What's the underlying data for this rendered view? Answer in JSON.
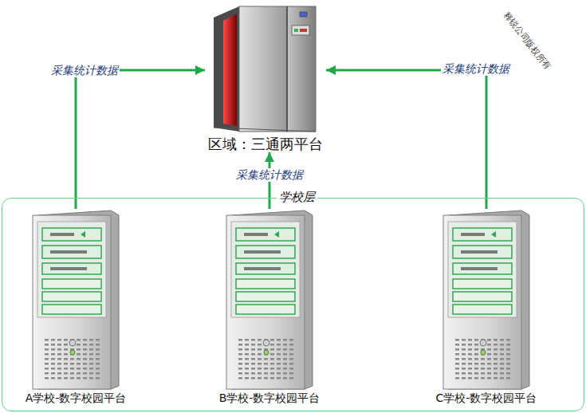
{
  "diagram": {
    "nodes": [
      {
        "text": [
          "区域：三通两平台"
        ]
      },
      {
        "text": [
          "学校层"
        ]
      },
      {
        "text": [
          "A学校-数字校园平台"
        ],
        "in": 1
      },
      {
        "text": [
          "B学校-数字校园平台"
        ],
        "in": 1
      },
      {
        "text": [
          "C学校-数字校园平台"
        ],
        "in": 1
      }
    ],
    "edges": [
      {
        "from": 2,
        "to": 0,
        "arrow": "to",
        "label": "采集统计数据"
      },
      {
        "from": 3,
        "to": 0,
        "arrow": "to",
        "label": "采集统计数据"
      },
      {
        "from": 4,
        "to": 0,
        "arrow": "to",
        "label": "采集统计数据"
      }
    ],
    "labels": [
      "释锐公司版权所有"
    ]
  }
}
